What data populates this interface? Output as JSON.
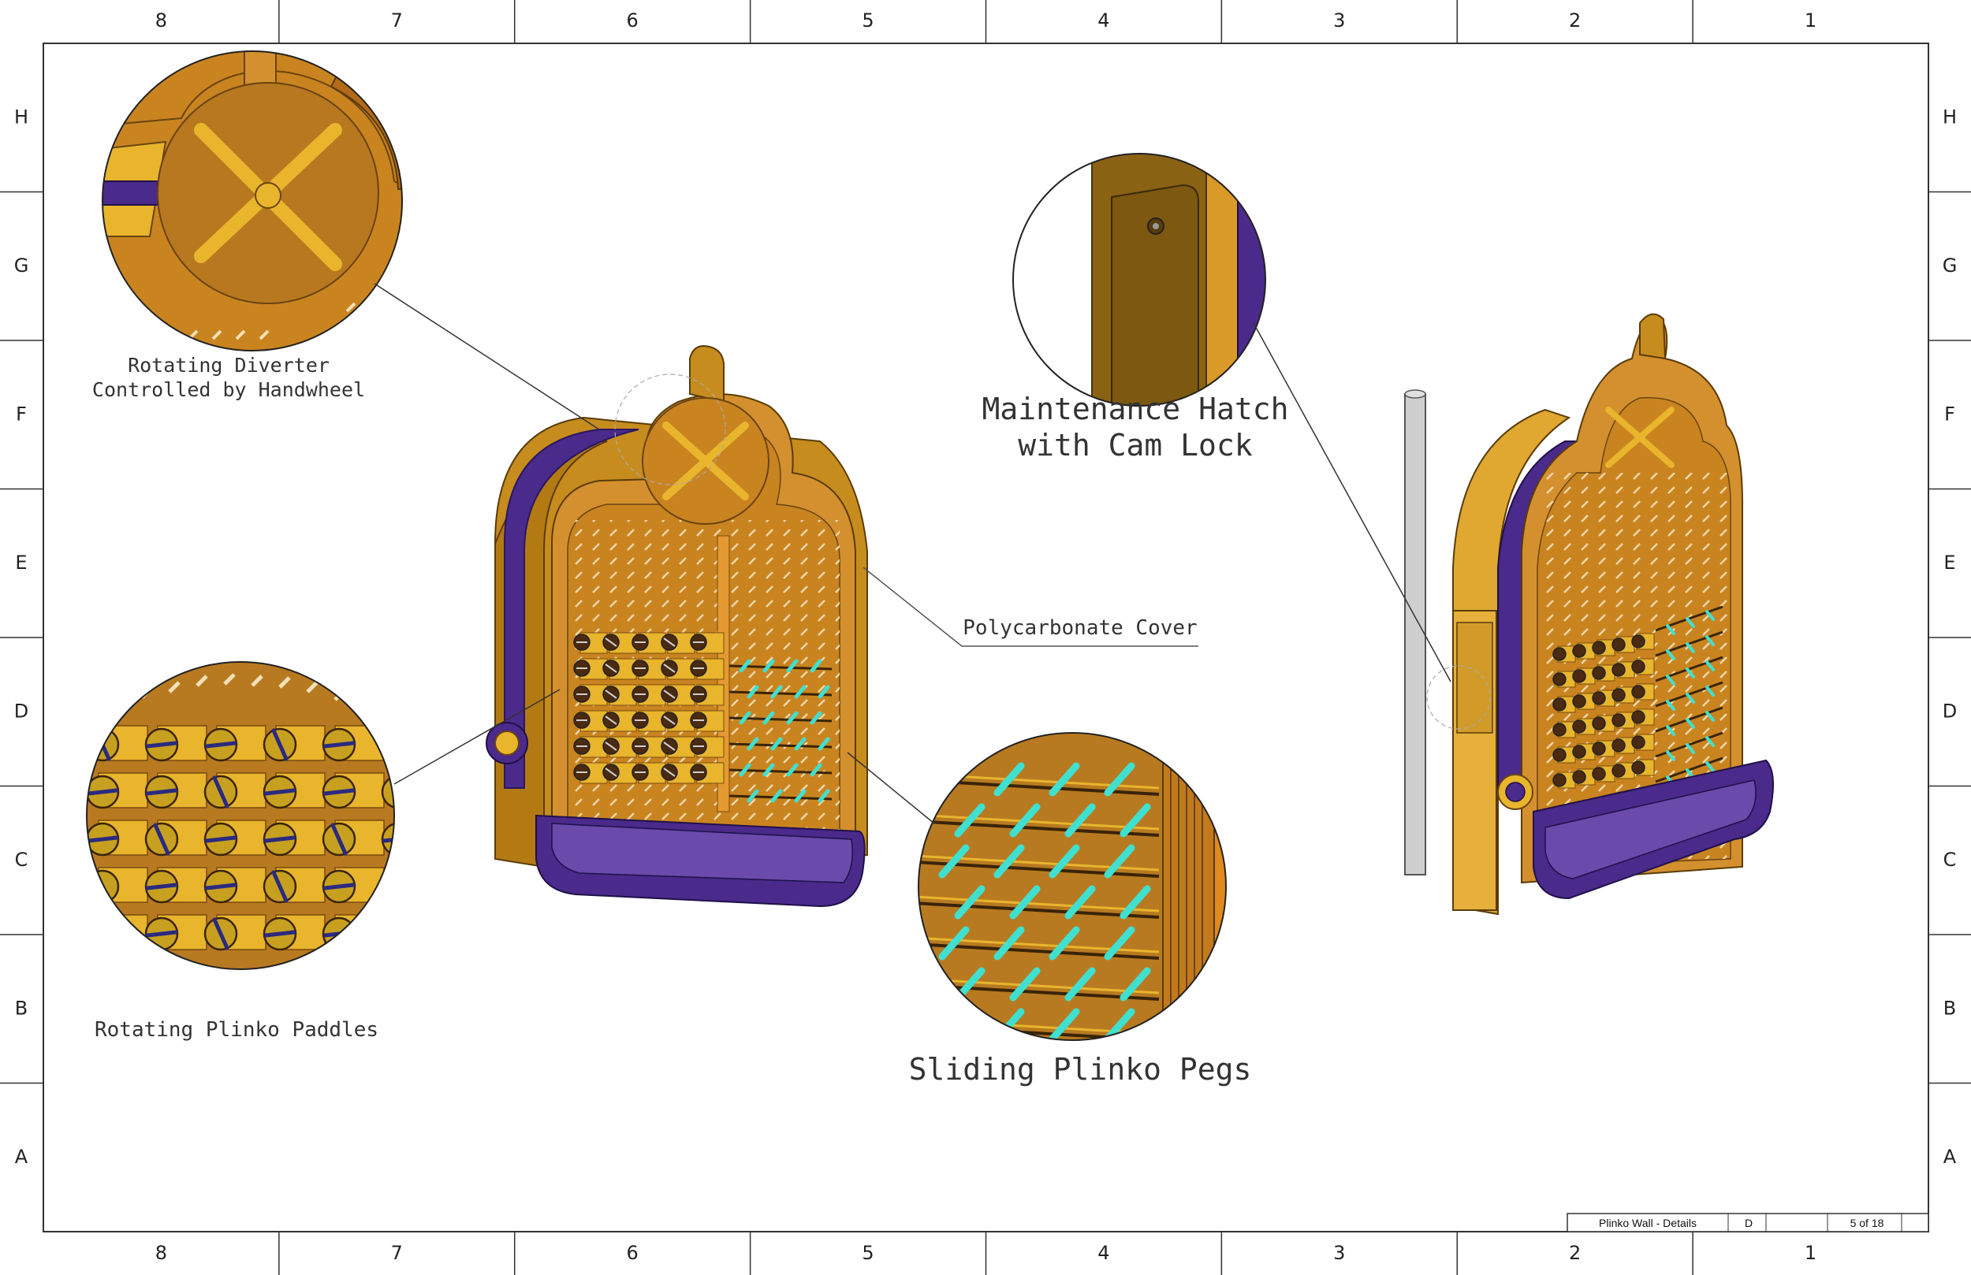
{
  "zones": {
    "columns": [
      "8",
      "7",
      "6",
      "5",
      "4",
      "3",
      "2",
      "1"
    ],
    "rows": [
      "H",
      "G",
      "F",
      "E",
      "D",
      "C",
      "B",
      "A"
    ]
  },
  "callouts": {
    "diverter_line1": "Rotating Diverter",
    "diverter_line2": "Controlled by Handwheel",
    "hatch_line1": "Maintenance Hatch",
    "hatch_line2": "with Cam Lock",
    "cover": "Polycarbonate Cover",
    "paddles": "Rotating Plinko Paddles",
    "pegs": "Sliding Plinko Pegs"
  },
  "title_block": {
    "title": "Plinko Wall - Details",
    "size": "D",
    "sheet": "5 of 18"
  },
  "colors": {
    "wood": "#d08a2a",
    "wood_dark": "#8a5a12",
    "wood_light": "#e6a63a",
    "yellow": "#e8b52c",
    "purple": "#4a2a8a",
    "purple_light": "#6a4aaa",
    "peg": "#40e0d0",
    "line": "#333333"
  }
}
